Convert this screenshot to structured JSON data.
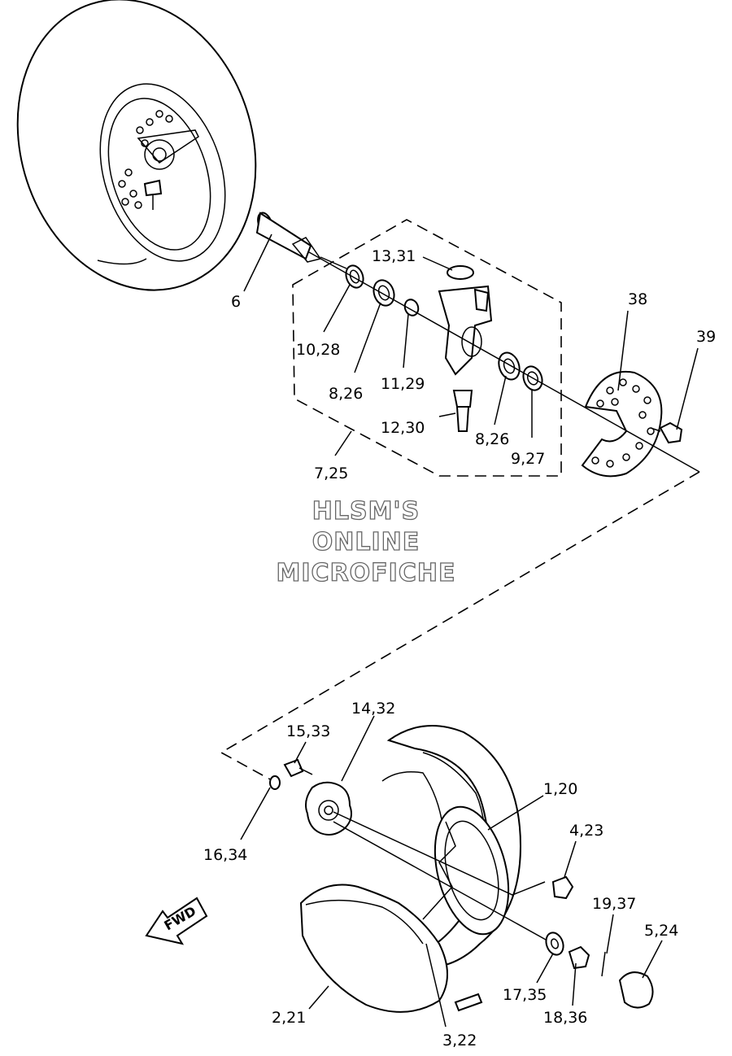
{
  "watermark": {
    "line1": "HLSM'S",
    "line2": "ONLINE",
    "line3": "MICROFICHE"
  },
  "fwd_label": "FWD",
  "labels": {
    "p6": "6",
    "p13_31": "13,31",
    "p38": "38",
    "p39": "39",
    "p10_28": "10,28",
    "p8_26a": "8,26",
    "p11_29": "11,29",
    "p12_30": "12,30",
    "p8_26b": "8,26",
    "p9_27": "9,27",
    "p7_25": "7,25",
    "p14_32": "14,32",
    "p15_33": "15,33",
    "p1_20": "1,20",
    "p4_23": "4,23",
    "p16_34": "16,34",
    "p19_37": "19,37",
    "p5_24": "5,24",
    "p17_35": "17,35",
    "p18_36": "18,36",
    "p2_21": "2,21",
    "p3_22": "3,22"
  }
}
